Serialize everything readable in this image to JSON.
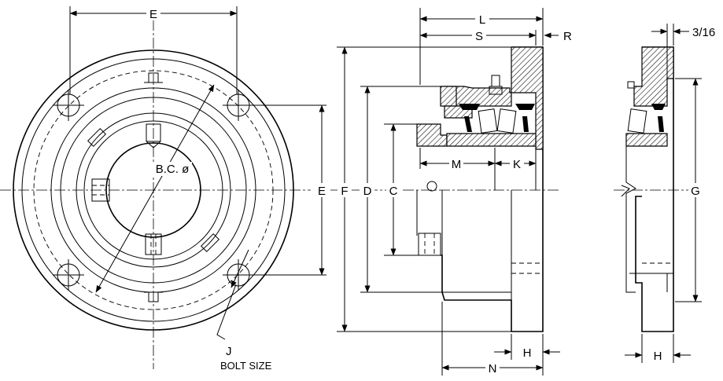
{
  "labels": {
    "E_top": "E",
    "E_right": "E",
    "bc": "B.C. ø",
    "J": "J",
    "bolt_size": "BOLT SIZE",
    "F": "F",
    "D": "D",
    "C": "C",
    "L": "L",
    "S": "S",
    "R": "R",
    "M": "M",
    "K": "K",
    "H_mid": "H",
    "N": "N",
    "G": "G",
    "H_right": "H",
    "three_sixteenths": "3/16"
  }
}
